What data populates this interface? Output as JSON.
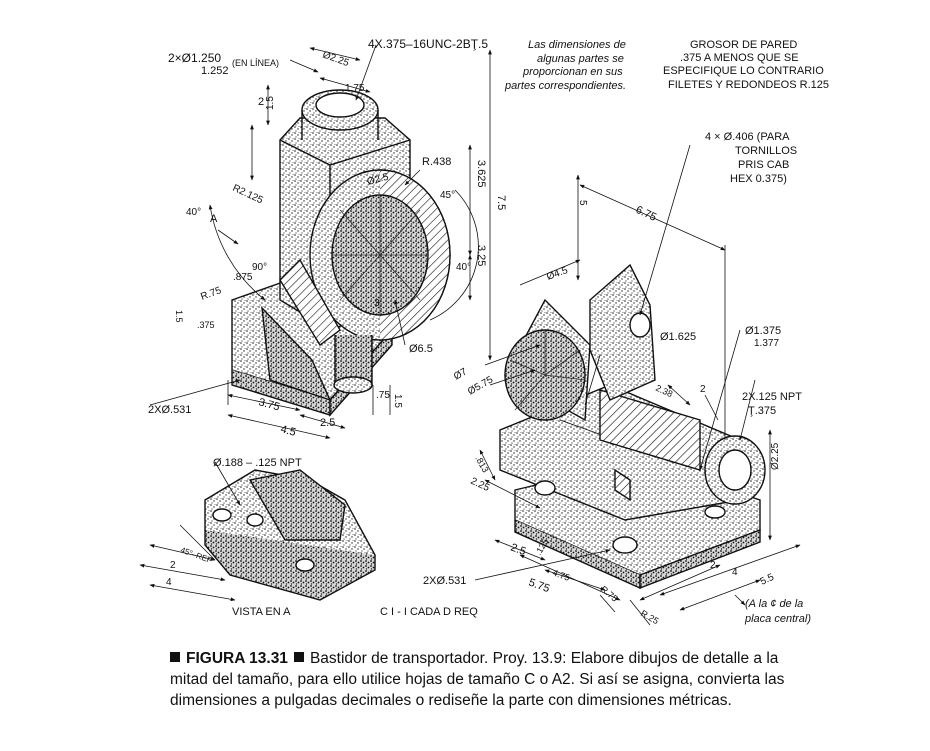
{
  "drawing": {
    "notes": {
      "bore_line1": "2×Ø1.250",
      "bore_line2": "1.252",
      "bore_tag": "(EN LÍNEA)",
      "thread": "4X.375–16UNC-2BŢ.5",
      "note_italic": [
        "Las dimensiones de",
        "algunas partes se",
        "proporcionan en sus",
        "partes correspondientes."
      ],
      "wall": [
        "GROSOR DE PARED",
        ".375 A MENOS QUE SE",
        "ESPECIFIQUE LO CONTRARIO",
        "FILETES Y REDONDEOS R.125"
      ],
      "bolts": [
        "4 × Ø.406 (PARA",
        "TORNILLOS",
        "PRIS CAB",
        "HEX 0.375)"
      ],
      "npt_top": [
        "2X.125 NPT",
        "Ţ.375"
      ],
      "bore2_line1": "Ø1.375",
      "bore2_line2": "1.377",
      "dia1625": "Ø1.625",
      "npt_view": "Ø.188 – .125 NPT",
      "holes_left": "2XØ.531",
      "holes_bottom": "2XØ.531",
      "center_note": [
        "(A la ¢ de la",
        "placa central)"
      ],
      "vista": "VISTA EN A",
      "req": "C I - I CADA D REQ"
    },
    "dims": {
      "d225": "Ø2.25",
      "d175": "1.75",
      "d15a": "1.5",
      "d2": "2",
      "r2125": "R2.125",
      "d2500": "Ø2.5",
      "r438": "R.438",
      "a45": "45°",
      "d3625": "3.625",
      "d75": "7.5",
      "d325": "3.25",
      "a40b": "40°",
      "a40": "40°",
      "a_label": "A",
      "a90": "90°",
      "d875": ".875",
      "r75": "R.75",
      "d15c": "1.5",
      "d375b": ".375",
      "d3": "3",
      "d65": "Ø6.5",
      "d375": "3.75",
      "d45": "4.5",
      "d25": "2.5",
      "d75b": ".75",
      "d15b": "1.5",
      "d675": "6.75",
      "d5": "5",
      "d45b": "Ø4.5",
      "d7": "Ø7",
      "d575": "Ø5.75",
      "d238": "2.38",
      "d2b": "2",
      "d813": ".813",
      "d225b": "2.25",
      "d225c": "2.5",
      "d125": ".125",
      "d475": "4.75",
      "d575b": "5.75",
      "r75b": "R.75",
      "r25": "R.25",
      "d225d": "Ø2.25",
      "d55": "5.5",
      "d4": "4",
      "d2c": "2",
      "d45ref": "45°–REF",
      "d2v": "2",
      "d4v": "4"
    }
  },
  "caption": {
    "label": "FIGURA 13.31",
    "text": "Bastidor de transportador. Proy. 13.9: Elabore dibujos de detalle a la mitad del tamaño, para ello utilice hojas de tamaño C o A2. Si así se asigna, convierta las dimensiones a pulgadas decimales o rediseñe la parte con dimensiones métricas."
  }
}
